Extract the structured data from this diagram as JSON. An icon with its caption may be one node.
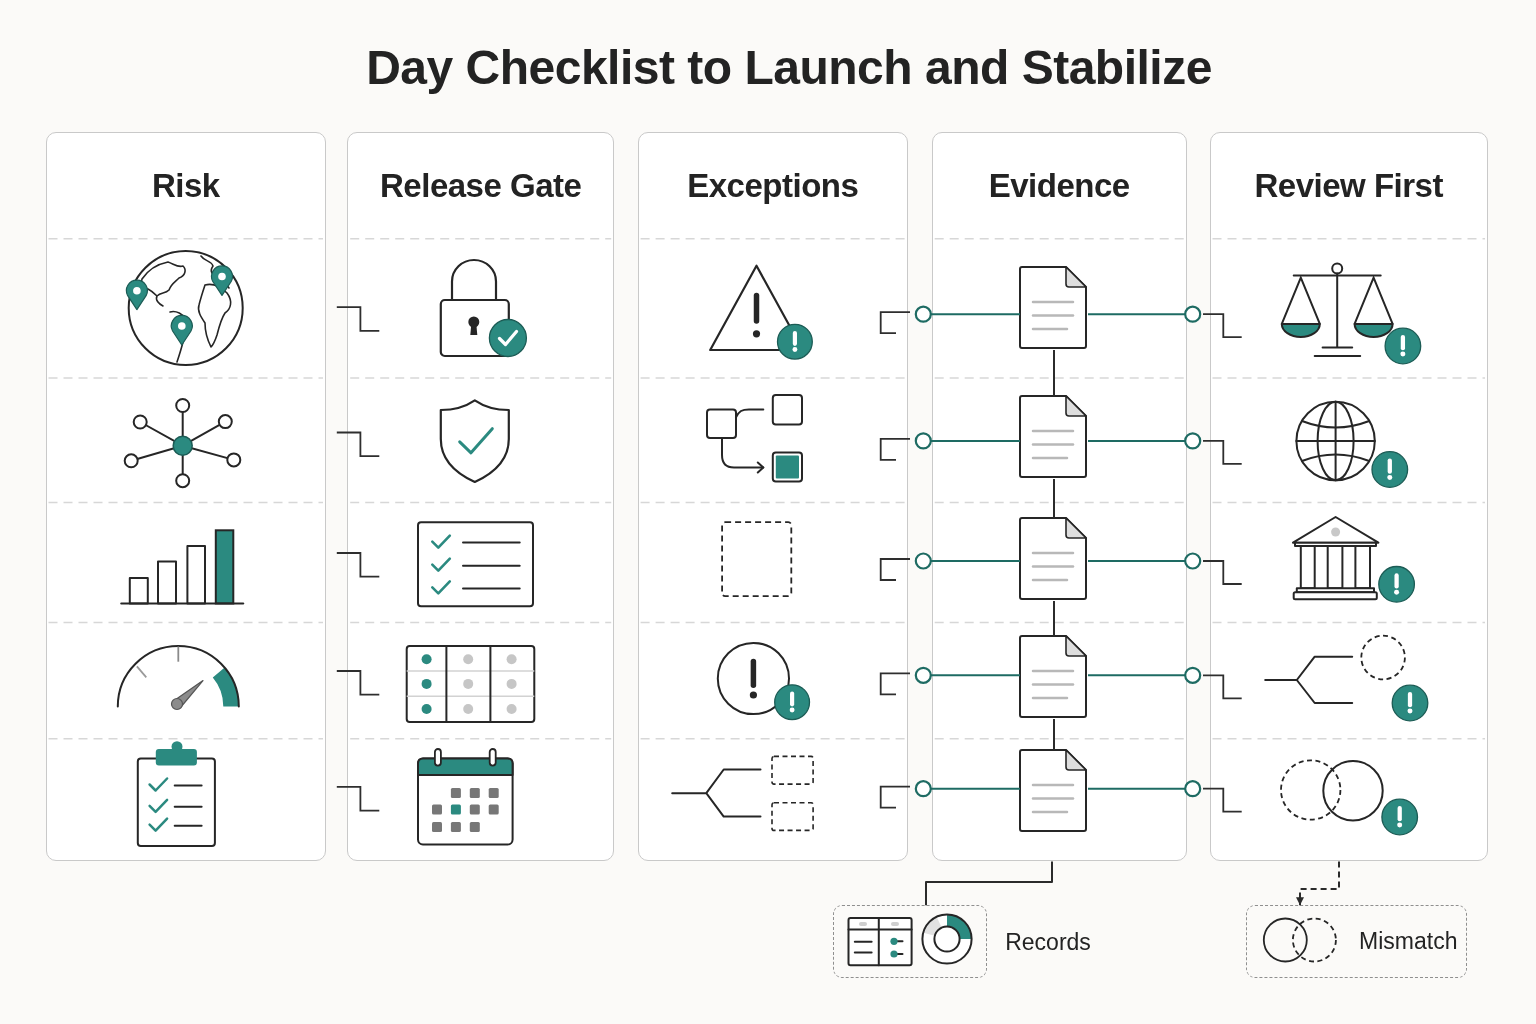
{
  "diagram": {
    "title": "Day Checklist to Launch and Stabilize",
    "nodes": [
      {
        "text": [
          "Risk"
        ]
      },
      {
        "text": [
          "Release Gate"
        ]
      },
      {
        "text": [
          "Exceptions"
        ]
      },
      {
        "text": [
          "Evidence"
        ]
      },
      {
        "text": [],
        "shape": "document",
        "in": 3
      },
      {
        "text": [],
        "shape": "document",
        "in": 3
      },
      {
        "text": [],
        "shape": "document",
        "in": 3
      },
      {
        "text": [],
        "shape": "document",
        "in": 3
      },
      {
        "text": [],
        "shape": "document",
        "in": 3
      },
      {
        "text": [
          "Review First"
        ]
      },
      {
        "text": [
          "Records"
        ]
      },
      {
        "text": [
          "Mismatch"
        ]
      }
    ],
    "edges": [
      {
        "from": null,
        "to": 4,
        "arrow": "other"
      },
      {
        "from": 4,
        "to": null,
        "arrow": "other"
      },
      {
        "from": 4,
        "to": 5,
        "arrow": "none",
        "color": "#2b2b2b"
      },
      {
        "from": null,
        "to": 5,
        "arrow": "other"
      },
      {
        "from": 5,
        "to": null,
        "arrow": "other"
      },
      {
        "from": 5,
        "to": 6,
        "arrow": "none",
        "color": "#2b2b2b"
      },
      {
        "from": null,
        "to": 6,
        "arrow": "other"
      },
      {
        "from": 6,
        "to": null,
        "arrow": "other"
      },
      {
        "from": 6,
        "to": 7,
        "arrow": "none",
        "color": "#2b2b2b"
      },
      {
        "from": null,
        "to": 7,
        "arrow": "other"
      },
      {
        "from": 7,
        "to": null,
        "arrow": "other"
      },
      {
        "from": 7,
        "to": 8,
        "arrow": "none",
        "color": "#2b2b2b"
      },
      {
        "from": null,
        "to": 8,
        "arrow": "other"
      },
      {
        "from": 8,
        "to": null,
        "arrow": "other"
      },
      {
        "from": 3,
        "to": 10,
        "arrow": "none",
        "color": "#2b2b2b"
      },
      {
        "from": 9,
        "to": 11,
        "arrow": "to",
        "style": "dashed",
        "color": "#2b2b2b"
      }
    ]
  }
}
